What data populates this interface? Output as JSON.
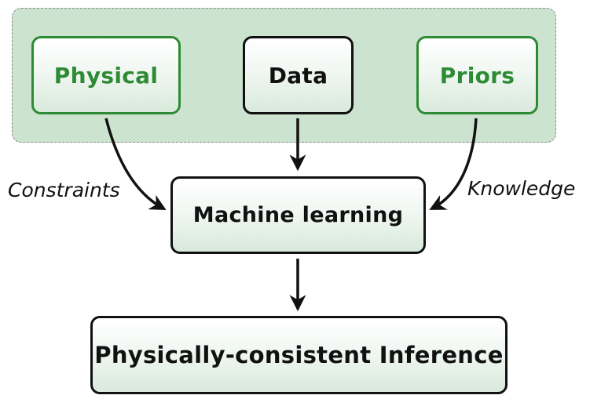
{
  "diagram": {
    "group": {
      "label": ""
    },
    "nodes": {
      "physical": "Physical",
      "data": "Data",
      "priors": "Priors",
      "machine_learning": "Machine learning",
      "inference": "Physically-consistent Inference"
    },
    "edges": [
      {
        "from": "Physical",
        "to": "Machine learning",
        "label": "Constraints"
      },
      {
        "from": "Data",
        "to": "Machine learning",
        "label": ""
      },
      {
        "from": "Priors",
        "to": "Machine learning",
        "label": "Knowledge"
      },
      {
        "from": "Machine learning",
        "to": "Physically-consistent Inference",
        "label": ""
      }
    ],
    "edge_labels": {
      "constraints": "Constraints",
      "knowledge": "Knowledge"
    },
    "colors": {
      "accent_green": "#2e8b35",
      "group_fill": "#cce3cf",
      "node_border_dark": "#111111"
    }
  }
}
